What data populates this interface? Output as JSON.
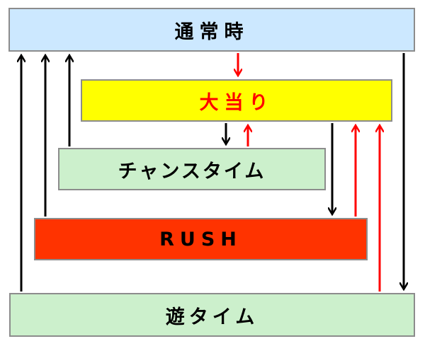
{
  "diagram": {
    "nodes": {
      "normal": "通常時",
      "jackpot": "大当り",
      "chance": "チャンスタイム",
      "rush": "RUSH",
      "asobi": "遊タイム"
    },
    "colors": {
      "arrow_black": "#000000",
      "arrow_red": "#ff0000",
      "normal_fill": "#cce8ff",
      "jackpot_fill": "#ffff00",
      "jackpot_text": "#ff0000",
      "chance_fill": "#ccf0cc",
      "rush_fill": "#ff3300",
      "asobi_fill": "#ccf0cc",
      "border": "#8c8c8c"
    },
    "edges": [
      {
        "from": "normal",
        "to": "jackpot",
        "color": "red"
      },
      {
        "from": "jackpot",
        "to": "chance",
        "color": "black"
      },
      {
        "from": "chance",
        "to": "jackpot",
        "color": "red"
      },
      {
        "from": "jackpot",
        "to": "rush",
        "color": "black"
      },
      {
        "from": "rush",
        "to": "jackpot",
        "color": "red"
      },
      {
        "from": "asobi",
        "to": "jackpot",
        "color": "red"
      },
      {
        "from": "normal",
        "to": "asobi",
        "color": "black"
      },
      {
        "from": "chance",
        "to": "normal",
        "color": "black"
      },
      {
        "from": "rush",
        "to": "normal",
        "color": "black"
      },
      {
        "from": "asobi",
        "to": "normal",
        "color": "black"
      }
    ]
  }
}
